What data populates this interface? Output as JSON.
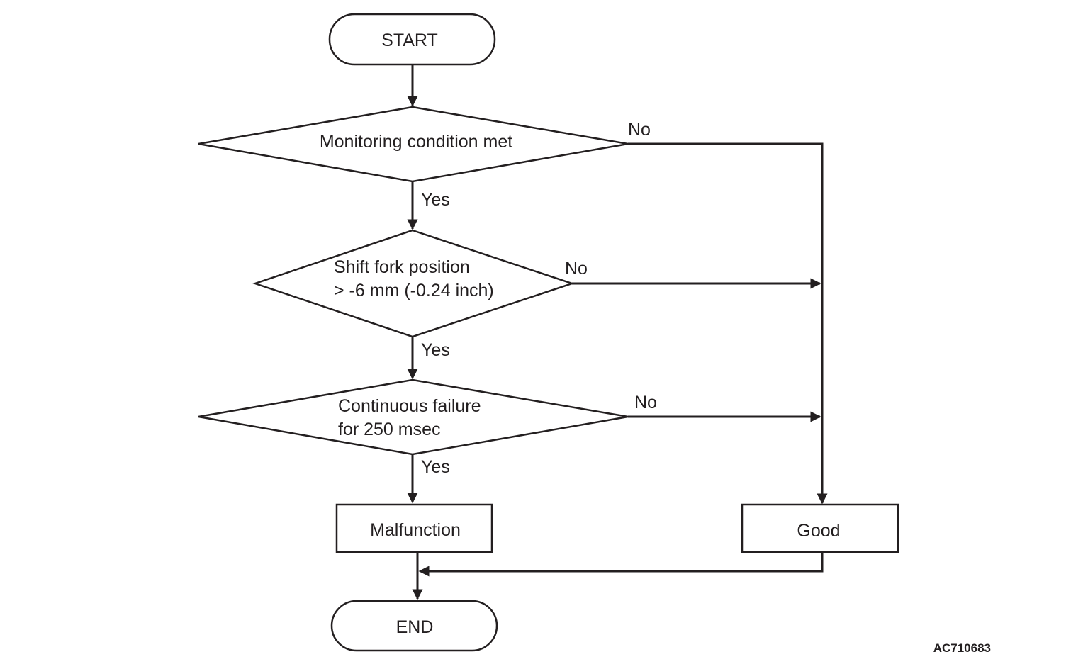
{
  "start": "START",
  "decisions": [
    {
      "lines": [
        "Monitoring condition met"
      ],
      "yes": "Yes",
      "no": "No"
    },
    {
      "lines": [
        "Shift fork position",
        "> -6 mm (-0.24 inch)"
      ],
      "yes": "Yes",
      "no": "No"
    },
    {
      "lines": [
        "Continuous failure",
        "for 250 msec"
      ],
      "yes": "Yes",
      "no": "No"
    }
  ],
  "malfunction": "Malfunction",
  "good": "Good",
  "end": "END",
  "figure_code": "AC710683",
  "colors": {
    "ink": "#231f20",
    "background": "#ffffff"
  }
}
